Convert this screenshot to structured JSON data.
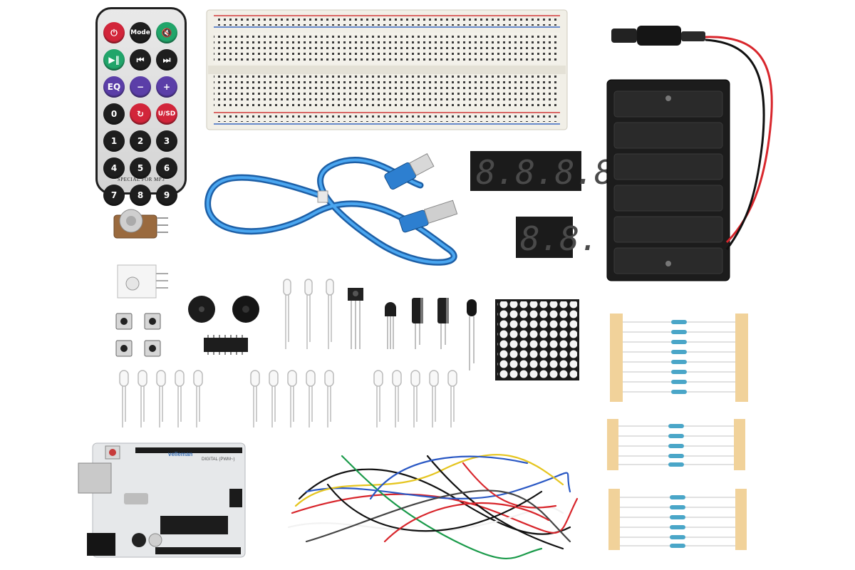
{
  "remote": {
    "buttons": [
      {
        "label": "⏻",
        "color": "red",
        "icon": "power-icon"
      },
      {
        "label": "Mode",
        "color": "black",
        "icon": ""
      },
      {
        "label": "🔇",
        "color": "green",
        "icon": "mute-icon"
      },
      {
        "label": "▶‖",
        "color": "green",
        "icon": "play-pause-icon"
      },
      {
        "label": "⏮",
        "color": "black",
        "icon": "previous-icon"
      },
      {
        "label": "⏭",
        "color": "black",
        "icon": "next-icon"
      },
      {
        "label": "EQ",
        "color": "purple",
        "icon": ""
      },
      {
        "label": "−",
        "color": "purple",
        "icon": "minus-icon"
      },
      {
        "label": "+",
        "color": "purple",
        "icon": "plus-icon"
      },
      {
        "label": "0",
        "color": "black",
        "icon": ""
      },
      {
        "label": "↻",
        "color": "red",
        "icon": "repeat-icon"
      },
      {
        "label": "U/SD",
        "color": "red",
        "icon": ""
      },
      {
        "label": "1",
        "color": "black",
        "icon": ""
      },
      {
        "label": "2",
        "color": "black",
        "icon": ""
      },
      {
        "label": "3",
        "color": "black",
        "icon": ""
      },
      {
        "label": "4",
        "color": "black",
        "icon": ""
      },
      {
        "label": "5",
        "color": "black",
        "icon": ""
      },
      {
        "label": "6",
        "color": "black",
        "icon": ""
      },
      {
        "label": "7",
        "color": "black",
        "icon": ""
      },
      {
        "label": "8",
        "color": "black",
        "icon": ""
      },
      {
        "label": "9",
        "color": "black",
        "icon": ""
      }
    ],
    "label": "SPECIAL FOR MP3"
  },
  "board": {
    "brand": "velleman",
    "digital_label": "DIGITAL (PWM~)"
  },
  "display4": {
    "text": "8.8.8.8."
  },
  "display2": {
    "text": "8.8."
  },
  "colors": {
    "usb_cable": "#2f86d6",
    "pcb": "#e6e8ea",
    "resistor_tape": "#f1d29a",
    "red_wire": "#d8262c",
    "led_matrix": "#f0f0f0"
  }
}
